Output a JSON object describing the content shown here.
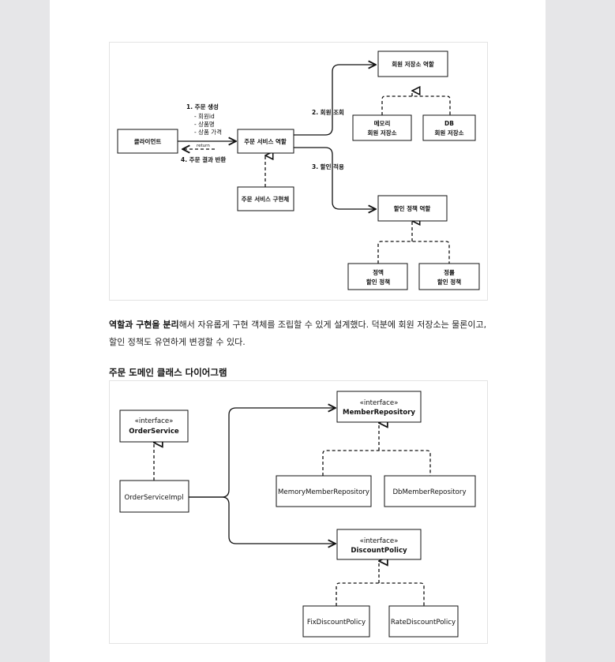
{
  "diagram1": {
    "client": "클라이언트",
    "order_service_role": "주문 서비스 역할",
    "order_service_impl": "주문 서비스 구현체",
    "member_repo_role": "회원 저장소 역할",
    "memory_repo": [
      "메모리",
      "회원 저장소"
    ],
    "db_repo": [
      "DB",
      "회원 저장소"
    ],
    "discount_policy_role": "할인 정책 역할",
    "fixed_discount": [
      "정액",
      "할인 정책"
    ],
    "rate_discount": [
      "정률",
      "할인 정책"
    ],
    "step1": "1. 주문 생성",
    "step1_items": [
      "- 회원id",
      "- 상품명",
      "- 상품 가격"
    ],
    "return_label": "return",
    "step4": "4. 주문 결과 반환",
    "step2": "2. 회원 조회",
    "step3": "3. 할인 적용"
  },
  "paragraph": {
    "bold1": "역할과 구현을 분리",
    "rest1": "해서 자유롭게 구현 객체를 조립할 수 있게 설계했다. 덕분에 회원 저장소는 물론이고,",
    "line2": "할인 정책도 유연하게 변경할 수 있다."
  },
  "heading2": "주문 도메인 클래스 다이어그램",
  "diagram2": {
    "stereotype": "«interface»",
    "order_service": "OrderService",
    "order_service_impl": "OrderServiceImpl",
    "member_repository": "MemberRepository",
    "memory_member_repository": "MemoryMemberRepository",
    "db_member_repository": "DbMemberRepository",
    "discount_policy": "DiscountPolicy",
    "fix_discount_policy": "FixDiscountPolicy",
    "rate_discount_policy": "RateDiscountPolicy"
  }
}
